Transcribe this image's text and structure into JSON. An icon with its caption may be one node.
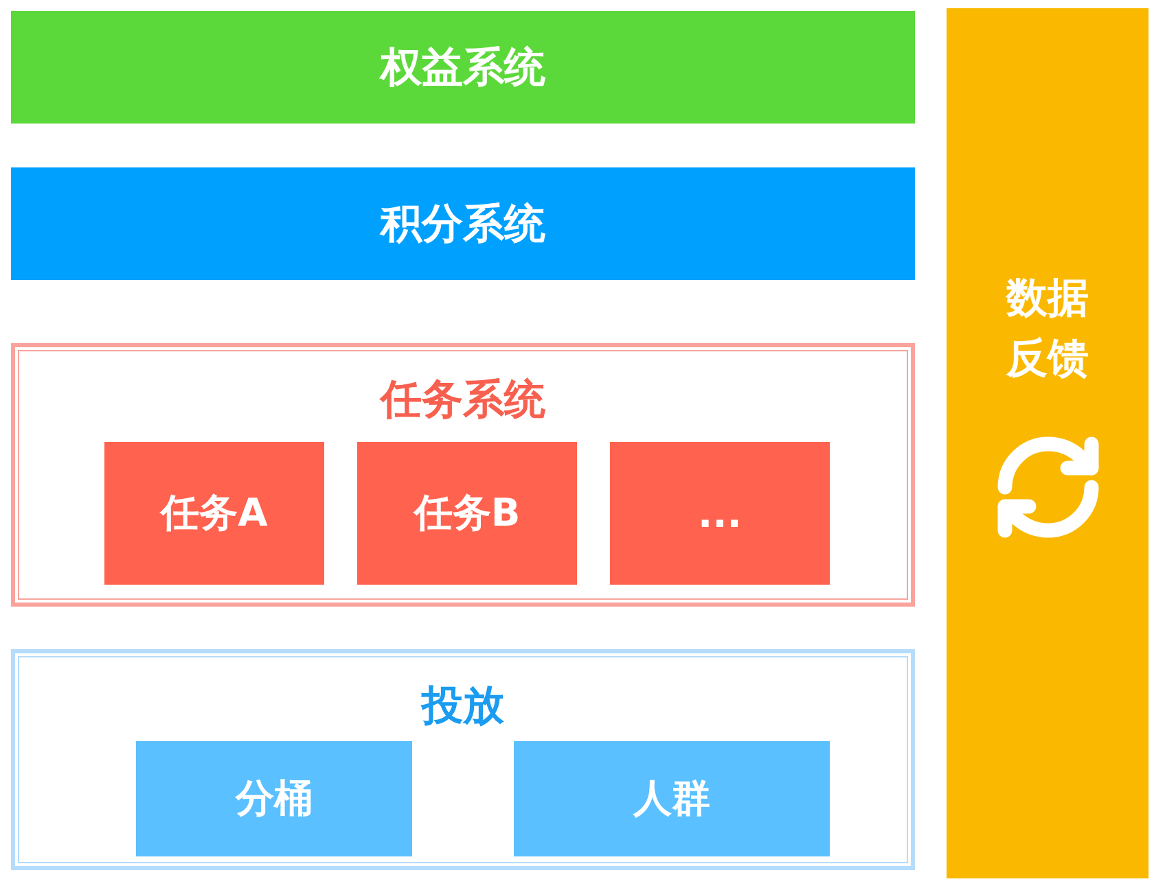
{
  "diagram": {
    "nodes": [
      {
        "text": [
          "权益系统"
        ]
      },
      {
        "text": [
          "积分系统"
        ]
      },
      {
        "text": [
          "任务系统"
        ]
      },
      {
        "text": [
          "任务A"
        ],
        "in": 2
      },
      {
        "text": [
          "任务B"
        ],
        "in": 2
      },
      {
        "text": [
          "..."
        ],
        "in": 2
      },
      {
        "text": [
          "投放"
        ]
      },
      {
        "text": [
          "分桶"
        ],
        "in": 6
      },
      {
        "text": [
          "人群"
        ],
        "in": 6
      },
      {
        "text": [
          "数据反馈"
        ]
      }
    ]
  }
}
